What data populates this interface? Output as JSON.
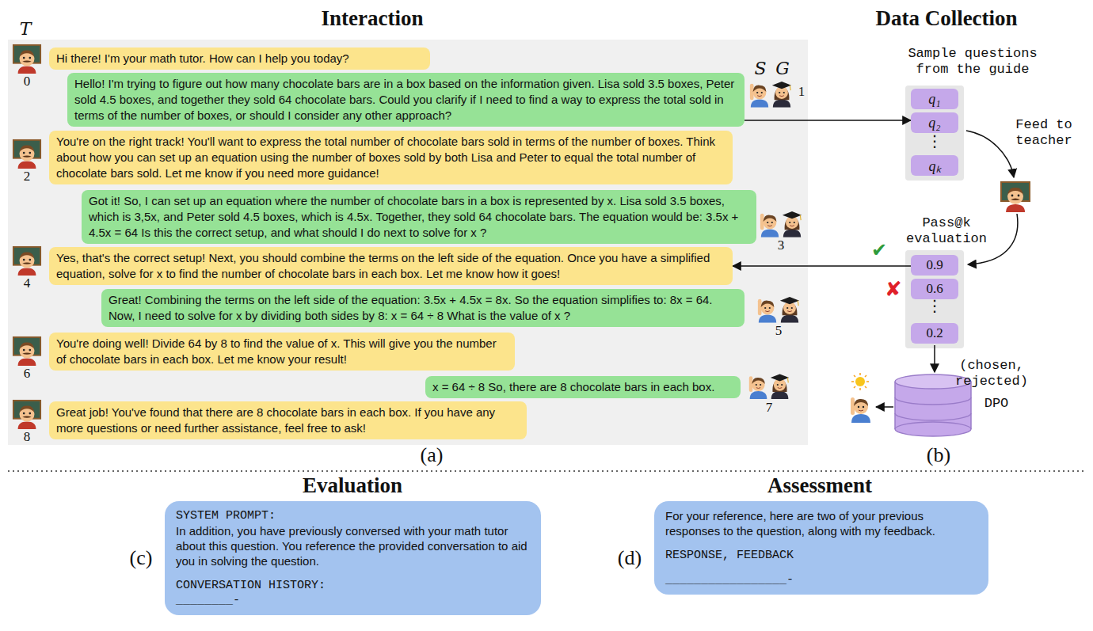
{
  "diagram": {
    "nodes": [
      {
        "text": [
          "Hi there! I'm your math tutor. How can I help you today?"
        ]
      },
      {
        "text": [
          "Hello! I'm trying to figure out how many chocolate bars are in a box based on the information given. Lisa sold 3.5 boxes, Peter sold 4.5 boxes, and together they sold 64 chocolate bars. Could you clarify if I need to find a way to express the total sold in terms of the number of boxes, or should I consider any other approach?"
        ]
      },
      {
        "text": [
          "You're on the right track! You'll want to express the total number of chocolate bars sold in terms of the number of boxes. Think about how you can set up an equation using the number of boxes sold by both Lisa and Peter to equal the total number of chocolate bars sold. Let me know if you need more guidance!"
        ]
      },
      {
        "text": [
          "Got it! So, I can set up an equation where the number of chocolate bars in a box is represented by x. Lisa sold 3.5 boxes, which is 3,5x, and Peter sold 4.5 boxes, which is 4.5x. Together, they sold 64 chocolate bars. The equation would be: 3.5x + 4.5x = 64 Is this the correct setup, and what should I do next to solve for x ?"
        ]
      },
      {
        "text": [
          "Yes, that's the correct setup! Next, you should combine the terms on the left side of the equation. Once you have a simplified equation, solve for x to find the number of chocolate bars in each box. Let me know how it goes!"
        ]
      },
      {
        "text": [
          "Great! Combining the terms on the left side of the equation: 3.5x + 4.5x = 8x. So the equation simplifies to: 8x = 64. Now, I need to solve for x by dividing both sides by 8: x = 64 ÷ 8 What is the value of x ?"
        ]
      },
      {
        "text": [
          "You're doing well! Divide 64 by 8 to find the value of x. This will give you the number of chocolate bars in each box. Let me know your result!"
        ]
      },
      {
        "text": [
          "x = 64 ÷ 8 So, there are 8 chocolate bars in each box."
        ]
      },
      {
        "text": [
          "Great job! You've found that there are 8 chocolate bars in each box. If you have any more questions or need further assistance, feel free to ask!"
        ]
      },
      {
        "text": [
          "q₁"
        ]
      },
      {
        "text": [
          "q₂"
        ]
      },
      {
        "text": [
          "qₖ"
        ]
      },
      {
        "text": [
          "0.9"
        ]
      },
      {
        "text": [
          "0.6"
        ]
      },
      {
        "text": [
          "0.2"
        ]
      },
      {
        "text": [
          "SYSTEM PROMPT:",
          "In addition, you have previously conversed with your math tutor about this question. You reference the provided conversation to aid you in solving the question.",
          "CONVERSATION HISTORY:",
          "________-"
        ]
      },
      {
        "text": [
          "For your reference, here are two of your previous responses to the question, along with my feedback.",
          "RESPONSE, FEEDBACK",
          "_________________-"
        ]
      }
    ],
    "edges": [
      {
        "from": 1,
        "to": 10,
        "arrow": "to"
      },
      {
        "from": 12,
        "to": 4,
        "arrow": "to"
      }
    ],
    "labels": [
      "Interaction",
      "Data Collection",
      "T",
      "0",
      "S",
      "G",
      "1",
      "2",
      "3",
      "4",
      "5",
      "6",
      "7",
      "8",
      "Sample questions from the guide",
      "⋮",
      "Feed to teacher",
      "Pass@k evaluation",
      "✔",
      "✘",
      "⋮",
      "(chosen, rejected)",
      "DPO",
      "(a)",
      "(b)",
      "Evaluation",
      "Assessment",
      "(c)",
      "(d)"
    ]
  }
}
